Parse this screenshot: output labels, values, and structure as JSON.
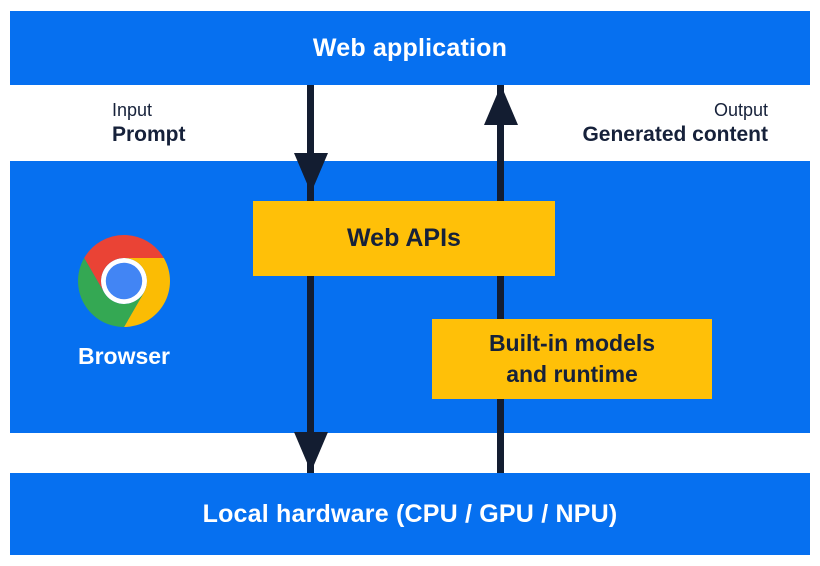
{
  "diagram": {
    "top_bar": {
      "label": "Web application"
    },
    "io": {
      "input": {
        "title": "Input",
        "value": "Prompt"
      },
      "output": {
        "title": "Output",
        "value": "Generated content"
      }
    },
    "browser": {
      "label": "Browser",
      "logo_icon": "chrome-logo-icon"
    },
    "web_apis_box": {
      "label": "Web APIs"
    },
    "builtin_box": {
      "line1": "Built-in models",
      "line2": "and runtime"
    },
    "bottom_bar": {
      "label": "Local hardware (CPU / GPU / NPU)"
    }
  },
  "colors": {
    "band_blue": "#0670F0",
    "box_yellow": "#FFC008",
    "arrow_navy": "#131D31",
    "text_navy": "#16213A",
    "chrome_red": "#EA4335",
    "chrome_yellow": "#FBBC04",
    "chrome_green": "#34A853",
    "chrome_blue": "#4285F4"
  }
}
